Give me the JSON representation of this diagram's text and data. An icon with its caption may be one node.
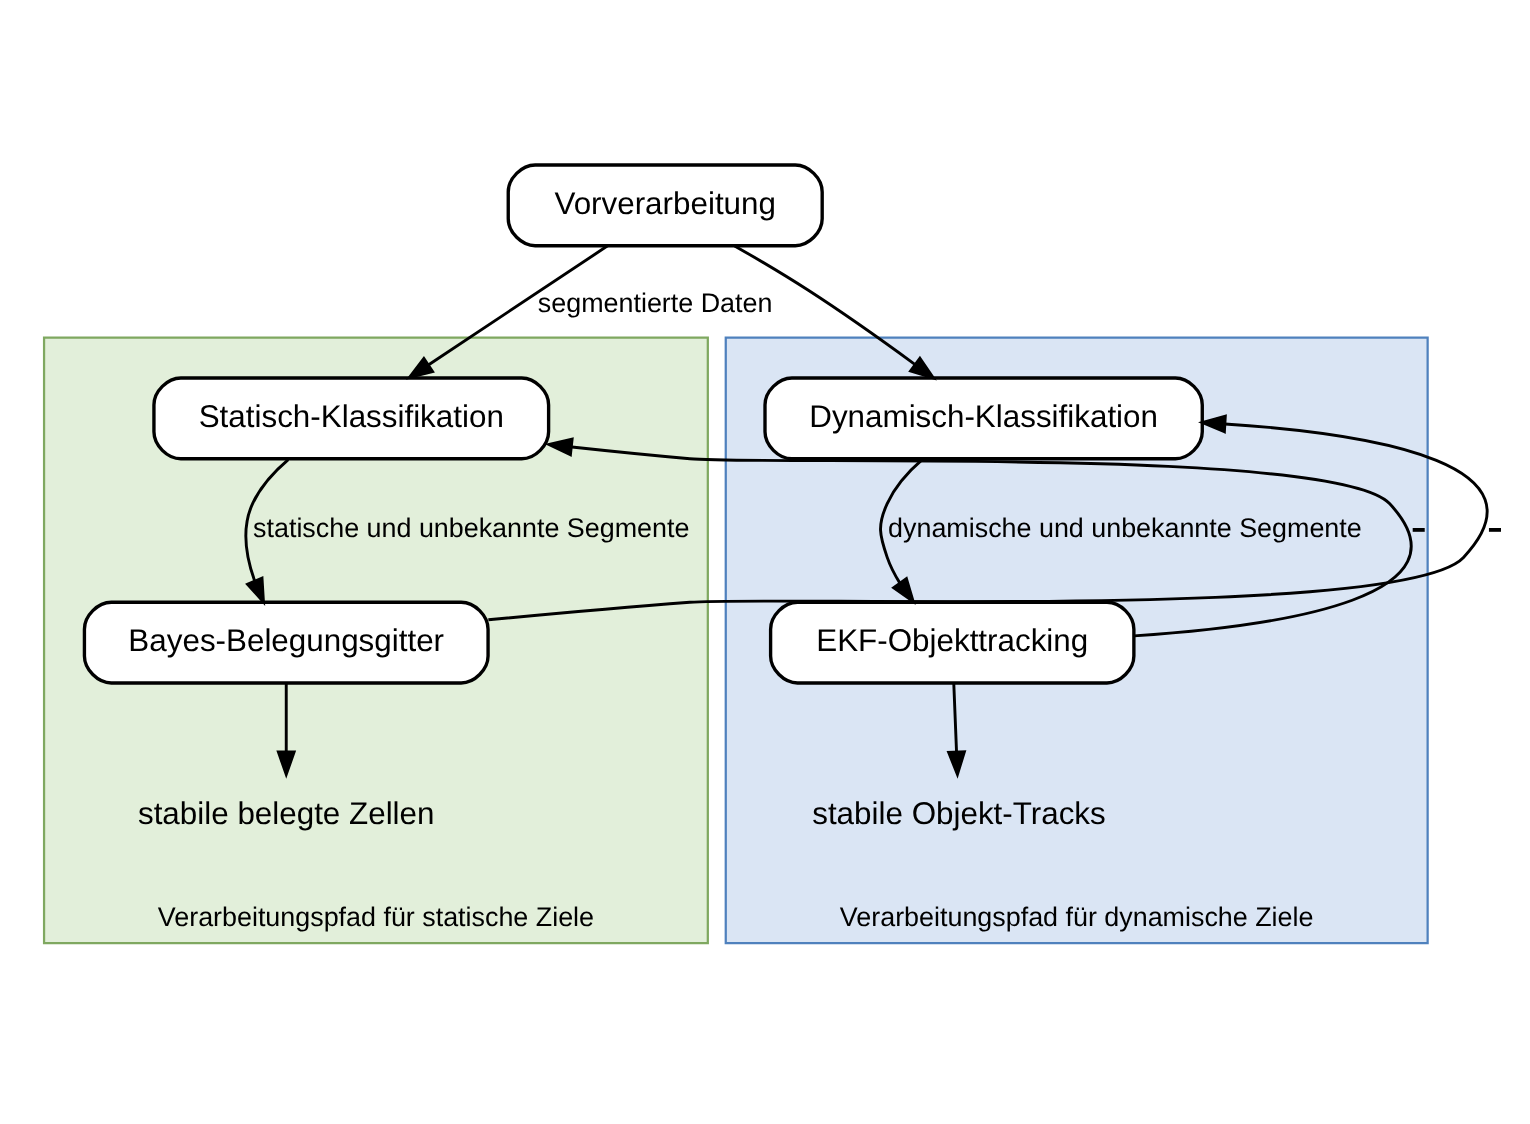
{
  "diagram": {
    "nodes": [
      {
        "text": [
          "Vorverarbeitung"
        ]
      },
      {
        "text": [
          "Verarbeitungspfad für statische Ziele"
        ]
      },
      {
        "text": [
          "Statisch-Klassifikation"
        ],
        "in": 1
      },
      {
        "text": [
          "Bayes-Belegungsgitter"
        ],
        "in": 1
      },
      {
        "text": [
          "stabile belegte Zellen"
        ],
        "in": 1
      },
      {
        "text": [
          "Verarbeitungspfad für dynamische Ziele"
        ]
      },
      {
        "text": [
          "Dynamisch-Klassifikation"
        ],
        "in": 5
      },
      {
        "text": [
          "EKF-Objekttracking"
        ],
        "in": 5
      },
      {
        "text": [
          "stabile Objekt-Tracks"
        ],
        "in": 5
      }
    ],
    "edges": [
      {
        "from": 0,
        "to": 2,
        "arrow": "to",
        "label": "segmentierte Daten"
      },
      {
        "from": 0,
        "to": 6,
        "arrow": "to"
      },
      {
        "from": 2,
        "to": 3,
        "arrow": "to",
        "label": "statische und unbekannte Segmente"
      },
      {
        "from": 3,
        "to": 4,
        "arrow": "to"
      },
      {
        "from": 3,
        "to": 6,
        "arrow": "to",
        "label": "-"
      },
      {
        "from": 6,
        "to": 7,
        "arrow": "to",
        "label": "dynamische und unbekannte Segmente"
      },
      {
        "from": 7,
        "to": 2,
        "arrow": "to",
        "label": "-"
      },
      {
        "from": 7,
        "to": 8,
        "arrow": "to"
      }
    ]
  }
}
